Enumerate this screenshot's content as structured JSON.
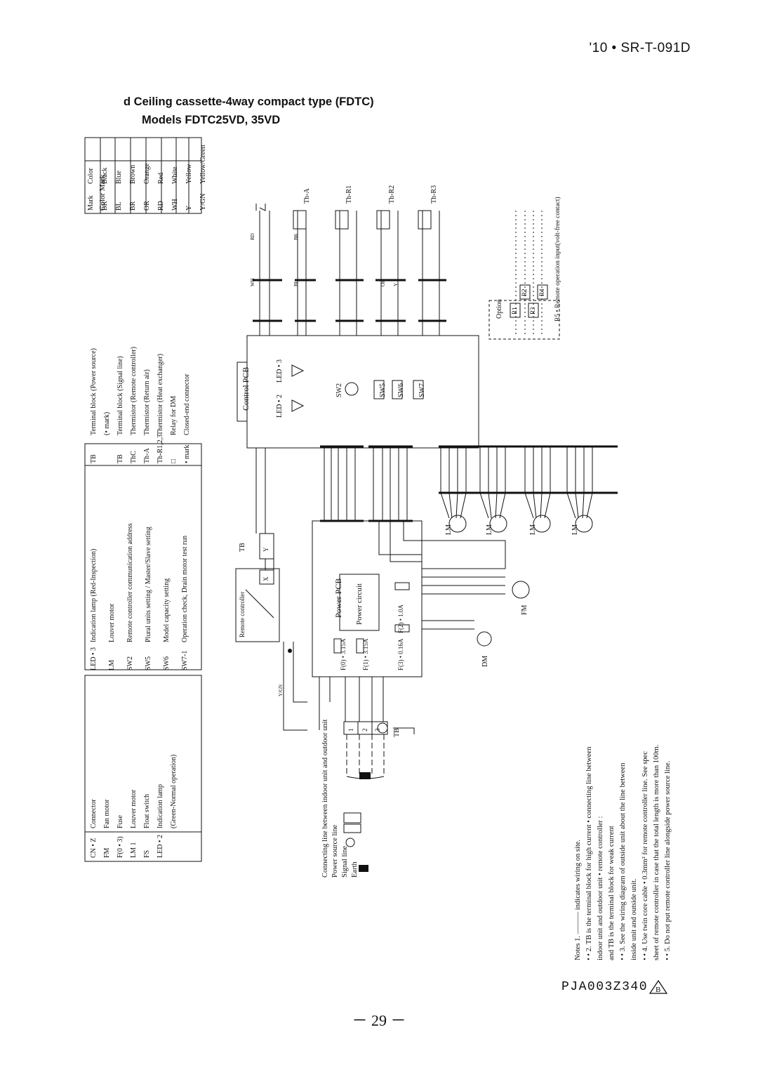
{
  "header": {
    "doc_number": "'10 • SR-T-091D"
  },
  "title": {
    "line1": "d   Ceiling cassette-4way compact type (FDTC)",
    "line2": "Models FDTC25VD, 35VD"
  },
  "legend": {
    "col1": [
      [
        "CN • Z",
        "Connector"
      ],
      [
        "FM",
        "Fan motor"
      ],
      [
        "F(0 • 3)",
        "Fuse"
      ],
      [
        "LM 1",
        "Louver motor"
      ],
      [
        "FS",
        "Float switch"
      ],
      [
        "LED • 2",
        "Indication lamp"
      ],
      [
        "",
        "(Green-Normal operation)"
      ]
    ],
    "col2": [
      [
        "LED • 3",
        "Indication lamp (Red-Inspection)"
      ],
      [
        "LM",
        "Louver motor"
      ],
      [
        "SW2",
        "Remote controller communication address"
      ],
      [
        "SW5",
        "Plural units setting / Master/Slave setting"
      ],
      [
        "SW6",
        "Model capacity setting"
      ],
      [
        "SW7-1",
        "Operation check, Drain motor test run"
      ]
    ],
    "col3": [
      [
        "TB",
        "Terminal block (Power source)"
      ],
      [
        "",
        "(• mark)"
      ],
      [
        "TB",
        "Terminal block (Signal line)"
      ],
      [
        "ThC",
        "Thermistor (Remote controller)"
      ],
      [
        "Th-A",
        "Thermistor (Return air)"
      ],
      [
        "Th-R1,2,3",
        "Thermistor (Heat exchanger)"
      ],
      [
        "□",
        "Relay for DM"
      ],
      [
        "• mark",
        "Closed-end connector"
      ]
    ],
    "colors_title": "Color Mark",
    "colors": [
      [
        "Mark",
        "Color"
      ],
      [
        "BK",
        "Black"
      ],
      [
        "BL",
        "Blue"
      ],
      [
        "BR",
        "Brown"
      ],
      [
        "OR",
        "Orange"
      ],
      [
        "RD",
        "Red"
      ],
      [
        "WH",
        "White"
      ],
      [
        "Y",
        "Yellow"
      ],
      [
        "Y/GN",
        "Yellow/Green"
      ]
    ]
  },
  "diagram": {
    "control_pcb": "Control PCB",
    "power_pcb": "Power PCB",
    "power_circuit": "Power circuit",
    "remote_controller": "Remote controller",
    "option": "Option",
    "option_note": "R5 • Remote operation input(volt-free contact)",
    "thermistors": [
      "Th-A",
      "Th-R1",
      "Th-R2",
      "Th-R3"
    ],
    "switches": [
      "SW2",
      "SW5",
      "SW6",
      "SW7"
    ],
    "leds": [
      "LED • 2",
      "LED • 3"
    ],
    "fuses": [
      "F(0) • 3.15A",
      "F(1) • 3.15A",
      "F(2) • 1.0A",
      "F(3) • 0.16A"
    ],
    "motors": [
      "LM",
      "LM",
      "LM",
      "LM",
      "FM",
      "DM"
    ],
    "relays": [
      "R1",
      "R2",
      "R3",
      "R4"
    ],
    "terminal_labels": [
      "TB",
      "TB",
      "1",
      "2",
      "3",
      "X",
      "Y"
    ],
    "wire_colors": [
      "RD",
      "BK",
      "BL",
      "WH",
      "OR",
      "Y",
      "Y/GN"
    ]
  },
  "lines_legend": [
    "Connecting line between indoor unit and outdoor unit",
    "Power source line",
    "Signal line",
    "Earth"
  ],
  "notes": [
    "Notes 1.  ——— indicates wiring on site.",
    "• • 2. TB is the terminal block for high current  • connecting line between",
    "      indoor unit and outdoor unit    •  remote controller :",
    "      and TB is the terminal block for weak current",
    "• • 3. See the wiring diagram of outside unit about the line between",
    "      inside unit and outside unit.",
    "• • 4. Use twin core cable  • 0.3mm²   for remote controller line. See spec",
    "      sheet of remote controller in case that the total length is more than 100m.",
    "• • 5. Do not put remote controller line alongside power source line."
  ],
  "footer": {
    "part_number": "PJA003Z340",
    "revision": "B",
    "page": "－ 29 －"
  }
}
